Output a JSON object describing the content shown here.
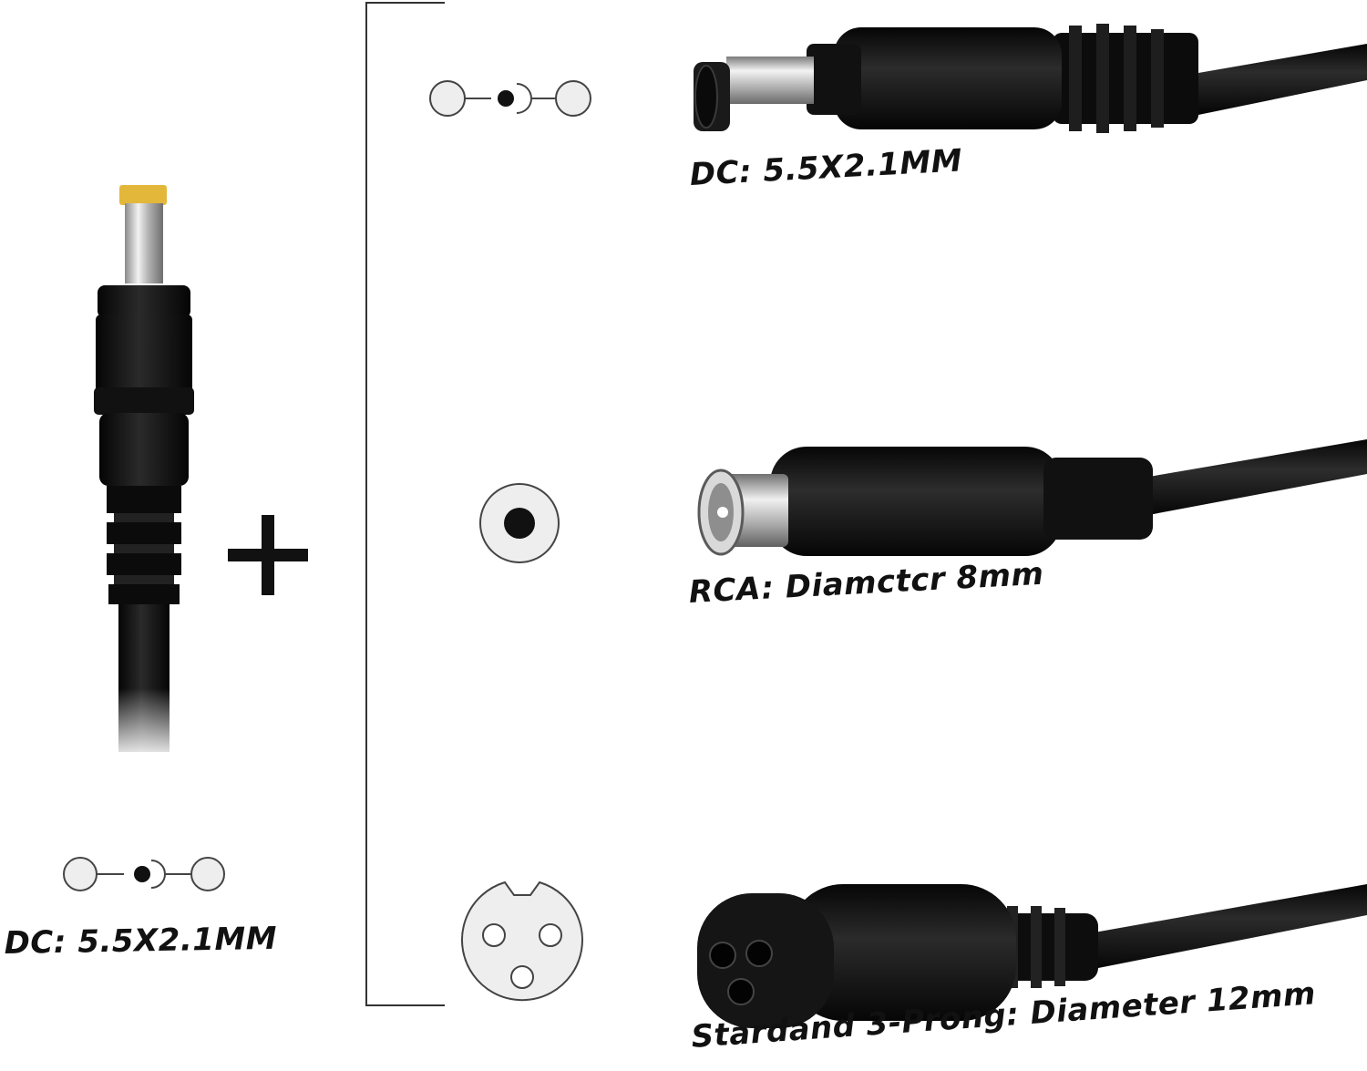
{
  "left_panel": {
    "connector_label": "DC: 5.5X2.1MM"
  },
  "plus_symbol": "+",
  "right_panel": {
    "connectors": [
      {
        "label": "DC: 5.5X2.1MM",
        "pin_icon": "dc-barrel-pin-diagram-icon"
      },
      {
        "label": "RCA: Diamctcr 8mm",
        "pin_icon": "rca-pin-diagram-icon"
      },
      {
        "label": "Stardand 3-Prong: Diameter 12mm",
        "pin_icon": "three-prong-pin-diagram-icon"
      }
    ]
  },
  "colors": {
    "cable": "#0d0d0d",
    "pin_tip": "#e3b83a",
    "metal": "#c9c9c9",
    "diagram_fill": "#eeeeee",
    "diagram_stroke": "#444444"
  }
}
